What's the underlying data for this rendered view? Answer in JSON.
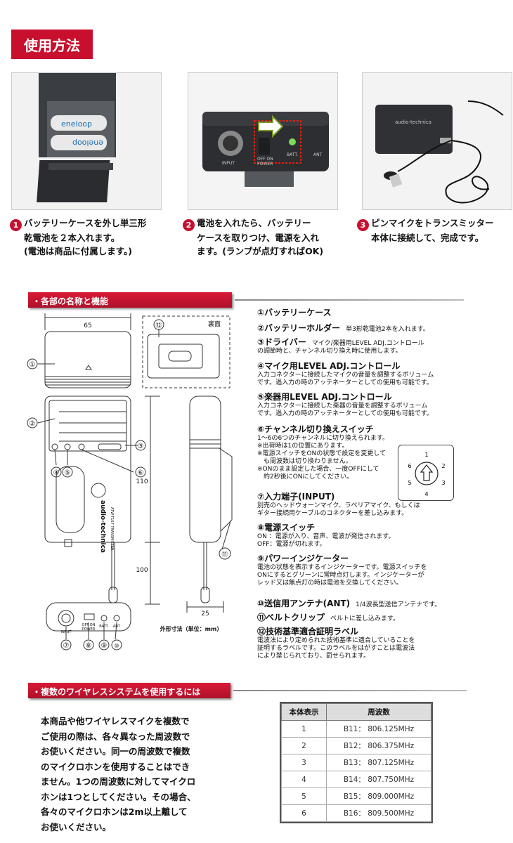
{
  "title": "使用方法",
  "steps": [
    {
      "num": "1",
      "lines": [
        "バッテリーケースを外し単三形",
        "乾電池を２本入れます。",
        "(電池は商品に付属します。)"
      ]
    },
    {
      "num": "2",
      "lines": [
        "電池を入れたら、バッテリー",
        "ケースを取りつけ、電源を入れ",
        "ます。(ランプが点灯すればOK)"
      ]
    },
    {
      "num": "3",
      "lines": [
        "ピンマイクをトランスミッター",
        "本体に接続して、完成です。"
      ]
    }
  ],
  "photos": {
    "p1_label1": "eneloop",
    "p1_label2": "eneloop",
    "p2_label_off": "OFF ON",
    "p2_label_power": "POWER",
    "p2_label_batt": "BATT.",
    "p2_label_ant": "ANT",
    "p2_label_input": "INPUT",
    "p3_label": "audio-technica"
  },
  "section1": {
    "title": "・各部の名称と機能"
  },
  "diagram": {
    "dim_65": "65",
    "dim_110": "110",
    "dim_100": "100",
    "dim_25": "25",
    "back_label": "裏面",
    "brand": "audio-technica",
    "model": "ATW-T167 TRANSMITTER",
    "caption": "外形寸法（単位：mm）",
    "c1": "①",
    "c2": "②",
    "c3": "③",
    "c4": "④",
    "c5": "⑤",
    "c6": "⑥",
    "c7": "⑦",
    "c8": "⑧",
    "c9": "⑨",
    "c10": "⑩",
    "c11": "⑪",
    "c12": "⑫",
    "bottom_input": "INPUT",
    "bottom_offon": "OFF  ON",
    "bottom_power": "POWER",
    "bottom_batt": "BATT.",
    "bottom_ant": "ANT"
  },
  "parts": [
    {
      "title": "①バッテリーケース",
      "sub": "",
      "desc": []
    },
    {
      "title": "②バッテリーホルダー",
      "sub": "単3形乾電池2本を入れます。",
      "desc": []
    },
    {
      "title": "③ドライバー",
      "sub": "マイク/楽器用LEVEL ADJ.コントロール",
      "desc": [
        "の調節時と、チャンネル切り換え時に使用します。"
      ]
    },
    {
      "title": "④マイク用LEVEL ADJ.コントロール",
      "sub": "",
      "desc": [
        "入力コネクターに接続したマイクの音量を調整するボリューム",
        "です。過入力の時のアッテネーターとしての使用も可能です。"
      ]
    },
    {
      "title": "⑤楽器用LEVEL ADJ.コントロール",
      "sub": "",
      "desc": [
        "入力コネクターに接続した楽器の音量を調整するボリューム",
        "です。過入力の時のアッテネーターとしての使用も可能です。"
      ]
    },
    {
      "title": "⑥チャンネル切り換えスイッチ",
      "sub": "",
      "desc": [
        "1～6の6つのチャンネルに切り換えられます。",
        "※出荷時は1の位置にあります。",
        "※電源スイッチをONの状態で設定を変更して",
        "　も周波数は切り換わりません。",
        "※ONのまま設定した場合、一度OFFにして",
        "　約2秒後にONにしてください。"
      ]
    },
    {
      "title": "⑦入力端子(INPUT)",
      "sub": "",
      "desc": [
        "別売のヘッドウォーンマイク、ラベリアマイク、もしくは",
        "ギター接続用ケーブルのコネクターを差し込みます。"
      ]
    },
    {
      "title": "⑧電源スイッチ",
      "sub": "",
      "desc": [
        "ON ：電源が入り、音声、電波が発信されます。",
        "OFF：電源が切れます。"
      ]
    },
    {
      "title": "⑨パワーインジケーター",
      "sub": "",
      "desc": [
        "電池の状態を表示するインジケーターです。電源スイッチを",
        "ONにするとグリーンに常時点灯します。インジケーターが",
        "レッド又は無点灯の時は電池を交換してください。"
      ]
    },
    {
      "title": "⑩送信用アンテナ(ANT)",
      "sub": "1/4波長型送信アンテナです。",
      "desc": []
    },
    {
      "title": "⑪ベルトクリップ",
      "sub": "ベルトに差し込みます。",
      "desc": []
    },
    {
      "title": "⑫技術基準適合証明ラベル",
      "sub": "",
      "desc": [
        "電波法により定められた技術基準に適合していることを",
        "証明するラベルです。このラベルをはがすことは電波法",
        "により禁じられており、罰せられます。"
      ]
    }
  ],
  "dial": {
    "n1": "1",
    "n2": "2",
    "n3": "3",
    "n4": "4",
    "n5": "5",
    "n6": "6"
  },
  "section2": {
    "title": "・複数のワイヤレスシステムを使用するには"
  },
  "multi_lines": [
    "本商品や他ワイヤレスマイクを複数で",
    "ご使用の際は、各々異なった周波数で",
    "お使いください。同一の周波数で複数",
    "のマイクロホンを使用することはでき",
    "ません。1つの周波数に対してマイクロ",
    "ホンは1つとしてください。その場合、",
    "各々のマイクロホンは2m以上離して",
    "お使いください。"
  ],
  "freq_table": {
    "headers": [
      "本体表示",
      "周波数"
    ],
    "rows": [
      [
        "1",
        "B11： 806.125MHz"
      ],
      [
        "2",
        "B12： 806.375MHz"
      ],
      [
        "3",
        "B13： 807.125MHz"
      ],
      [
        "4",
        "B14： 807.750MHz"
      ],
      [
        "5",
        "B15： 809.000MHz"
      ],
      [
        "6",
        "B16： 809.500MHz"
      ]
    ]
  }
}
